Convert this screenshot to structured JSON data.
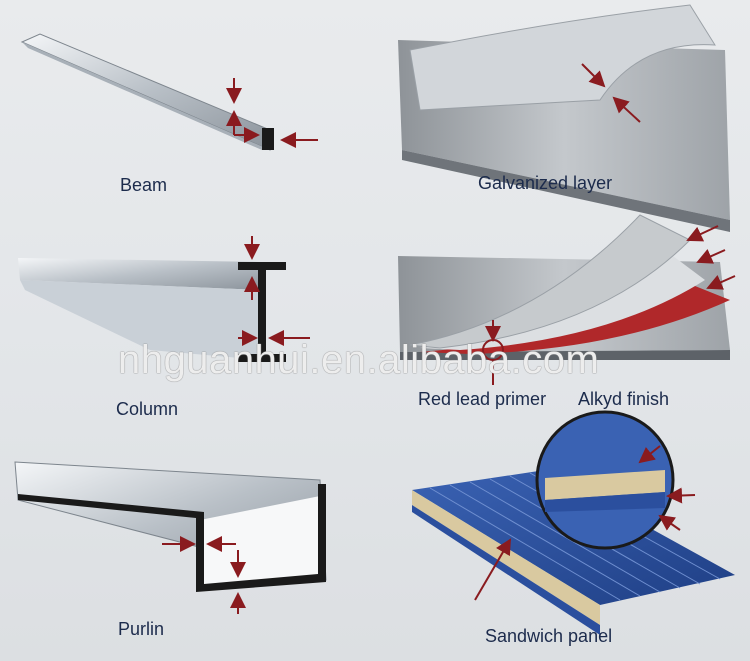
{
  "labels": {
    "beam": "Beam",
    "galvanized": "Galvanized layer",
    "column": "Column",
    "red_lead": "Red lead primer",
    "alkyd": "Alkyd finish",
    "purlin": "Purlin",
    "sandwich": "Sandwich panel"
  },
  "watermark": "nhguanhui.en.alibaba.com",
  "colors": {
    "arrow": "#8a1b1f",
    "label": "#1c2b4c",
    "panel_blue": "#2b4f9e",
    "primer_red": "#b0282a"
  }
}
